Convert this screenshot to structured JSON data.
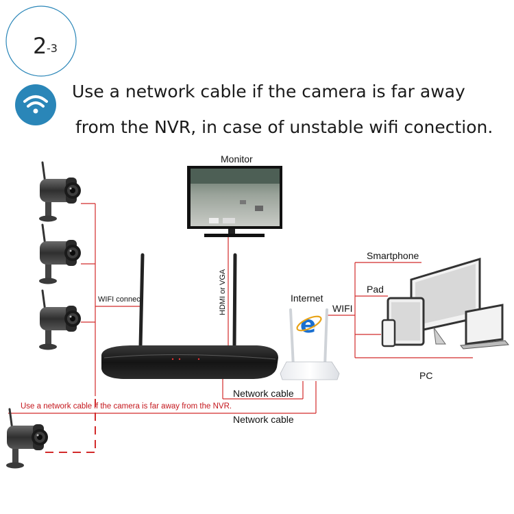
{
  "step": {
    "number": "2",
    "sub": "-3"
  },
  "headline": {
    "line1": "Use a network cable if the camera is far away",
    "line2": "from the NVR, in case of unstable wifi conection."
  },
  "labels": {
    "monitor": "Monitor",
    "hdmi": "HDMI or VGA",
    "wifi_connect": "WIFI connect",
    "internet": "Internet",
    "wifi": "WIFI",
    "smartphone": "Smartphone",
    "pad": "Pad",
    "pc": "PC",
    "network_cable_1": "Network cable",
    "network_cable_2": "Network cable",
    "remote_note": "Use a network cable if the camera is far away from the NVR."
  },
  "colors": {
    "wifi_badge": "#2a86b8",
    "wire": "#d22a2a",
    "device_dark": "#2b2b2b"
  },
  "icons": {
    "badge": "wifi-icon",
    "router_logo": "internet-explorer-icon"
  }
}
